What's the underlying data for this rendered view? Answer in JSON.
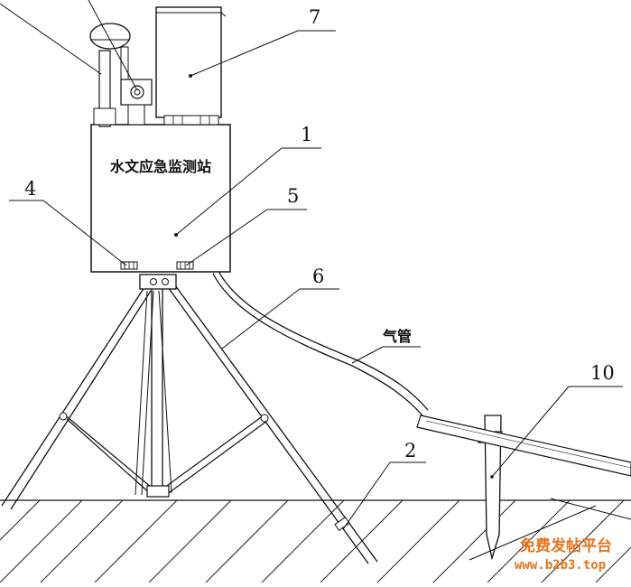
{
  "station_label": "水文应急监测站",
  "gas_pipe_label": "气管",
  "callouts": {
    "c1": "1",
    "c2": "2",
    "c4": "4",
    "c5": "5",
    "c6": "6",
    "c7": "7",
    "c10": "10"
  },
  "watermark": {
    "line1": "免费发帖平台",
    "line2": "www.b2b3.top"
  },
  "colors": {
    "line": "#111111",
    "watermark": "#e8731a"
  }
}
